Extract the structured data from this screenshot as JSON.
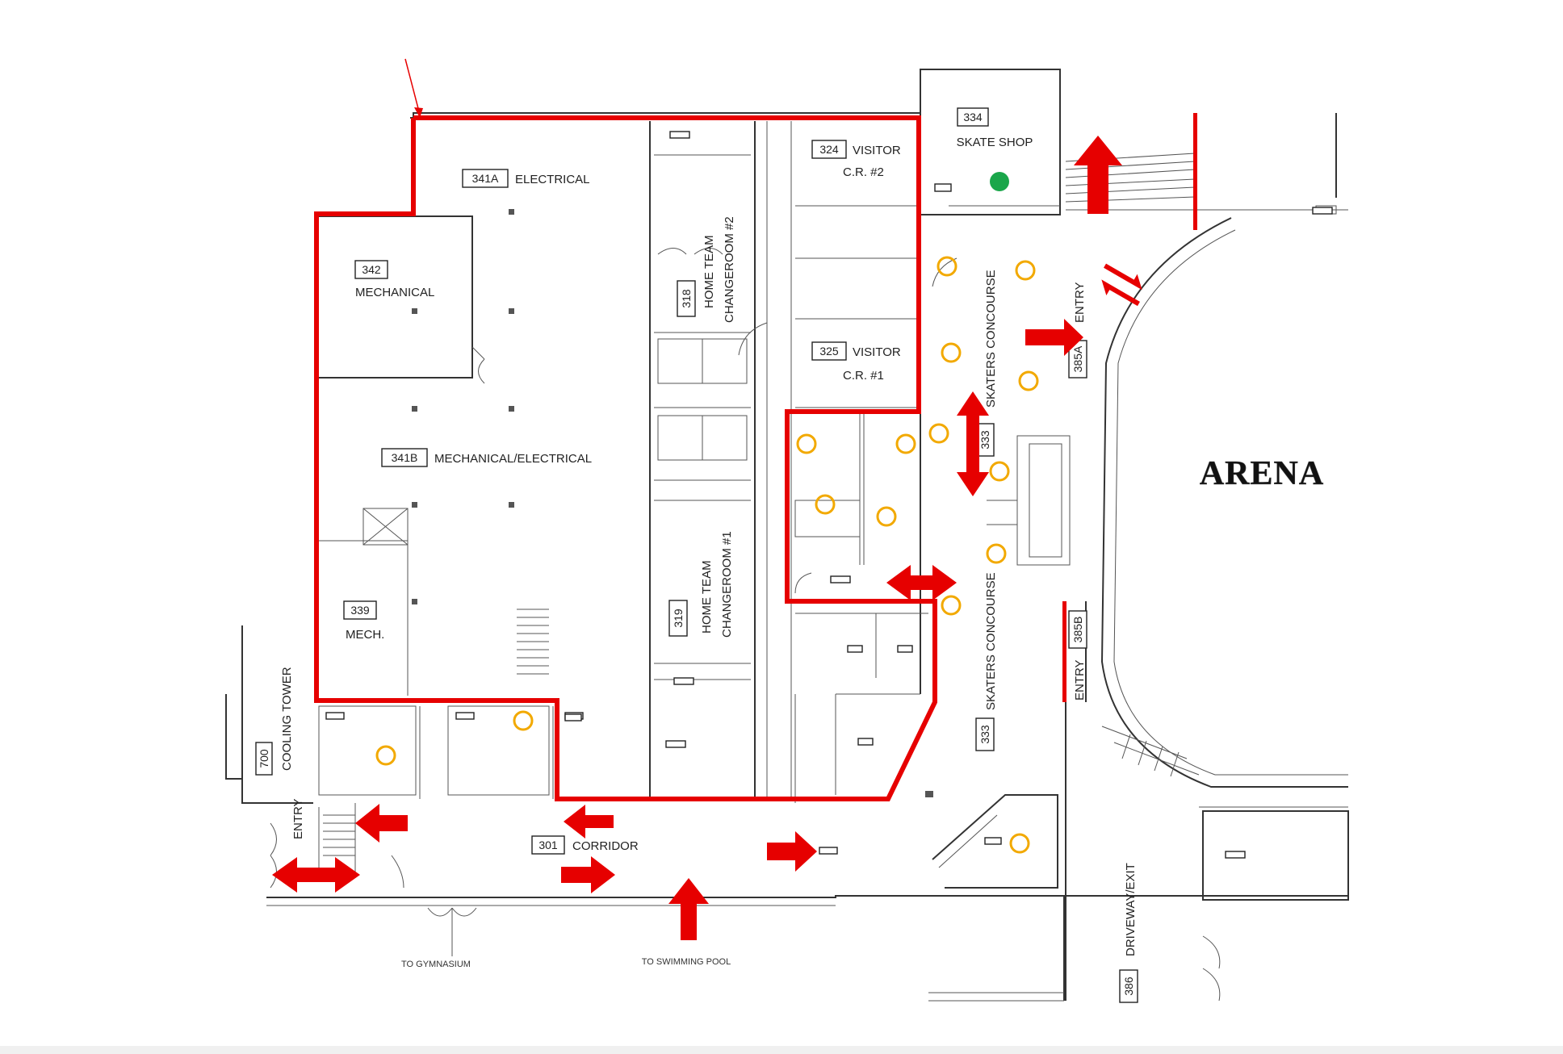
{
  "map": {
    "arena_label": "ARENA",
    "rooms": {
      "r334": {
        "num": "334",
        "name": "SKATE SHOP"
      },
      "r324": {
        "num": "324",
        "name": "VISITOR",
        "sub": "C.R. #2"
      },
      "r341a": {
        "num": "341A",
        "name": "ELECTRICAL"
      },
      "r342": {
        "num": "342",
        "name": "MECHANICAL"
      },
      "r318": {
        "num": "318",
        "name": "HOME TEAM",
        "sub": "CHANGEROOM #2"
      },
      "r325": {
        "num": "325",
        "name": "VISITOR",
        "sub": "C.R. #1"
      },
      "r341b": {
        "num": "341B",
        "name": "MECHANICAL/ELECTRICAL"
      },
      "r319": {
        "num": "319",
        "name": "HOME TEAM",
        "sub": "CHANGEROOM #1"
      },
      "r339": {
        "num": "339",
        "name": "MECH."
      },
      "r700": {
        "num": "700",
        "name": "COOLING TOWER"
      },
      "r301": {
        "num": "301",
        "name": "CORRIDOR"
      },
      "r333a": {
        "num": "333",
        "name": "SKATERS CONCOURSE"
      },
      "r333b": {
        "num": "333",
        "name": "SKATERS CONCOURSE"
      },
      "r385a": {
        "num": "385A",
        "name": "ENTRY"
      },
      "r385b": {
        "num": "385B",
        "name": "ENTRY"
      },
      "r386": {
        "num": "386",
        "name": "DRIVEWAY/EXIT"
      },
      "entry": {
        "name": "ENTRY"
      }
    },
    "destinations": {
      "gym": "TO GYMNASIUM",
      "pool": "TO SWIMMING POOL"
    }
  }
}
